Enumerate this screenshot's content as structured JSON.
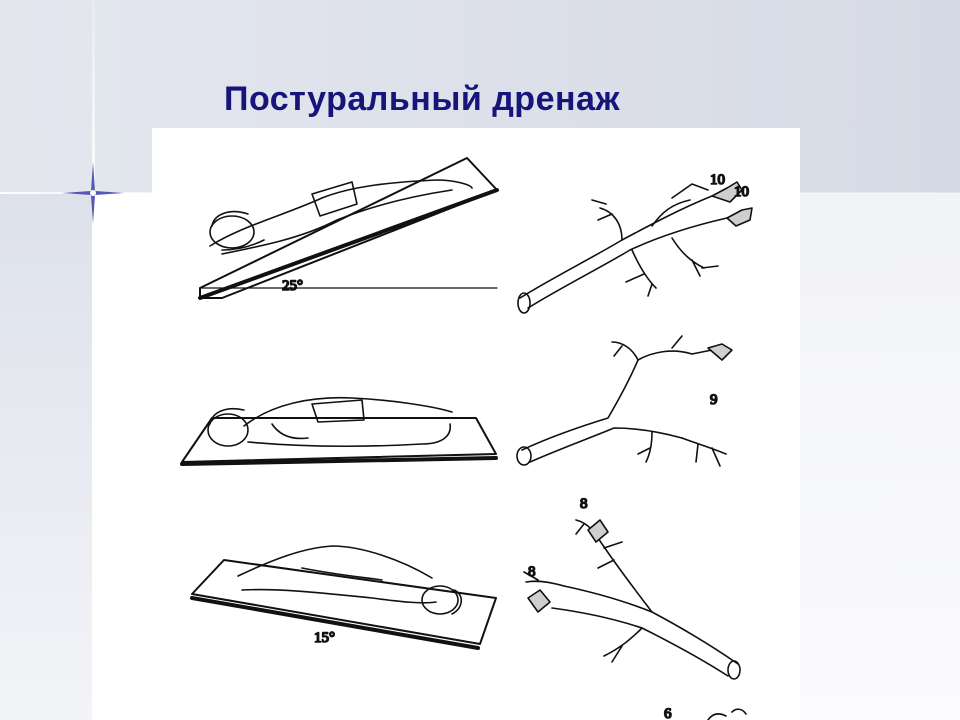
{
  "slide": {
    "title": "Постуральный дренаж"
  },
  "figure": {
    "panel_1": {
      "angle": "25°",
      "markers": [
        "10",
        "10"
      ]
    },
    "panel_2": {
      "markers": [
        "9"
      ]
    },
    "panel_3": {
      "angle": "15°",
      "markers": [
        "8",
        "8"
      ]
    },
    "panel_4": {
      "markers": [
        "6"
      ]
    }
  }
}
